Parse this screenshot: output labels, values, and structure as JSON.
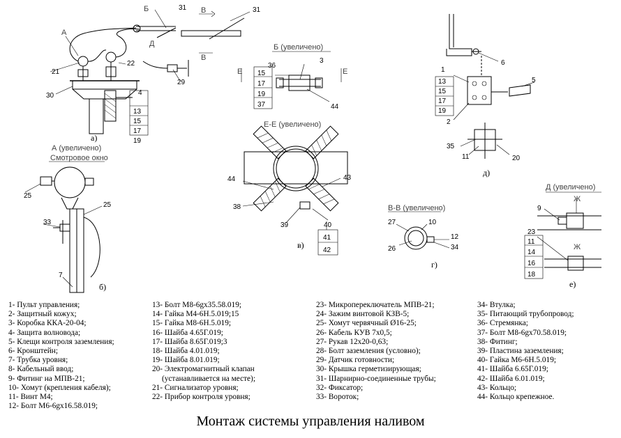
{
  "views": {
    "a": {
      "caption": "а)",
      "section_letters": [
        "А",
        "Б",
        "В",
        "В",
        "Д"
      ],
      "callouts": [
        "31",
        "31",
        "21",
        "22",
        "30",
        "29",
        "4"
      ],
      "stack": [
        "13",
        "15",
        "17",
        "19"
      ]
    },
    "b_detail": {
      "title": "Б (увеличено)",
      "section_letters": [
        "Е",
        "Е"
      ],
      "callouts": [
        "36",
        "3",
        "44"
      ],
      "stack": [
        "15",
        "17",
        "19",
        "37"
      ]
    },
    "e_detail": {
      "title": "Е-Е (увеличено)",
      "callouts": [
        "44",
        "43",
        "38",
        "39",
        "40"
      ],
      "stack": [
        "41",
        "42"
      ],
      "caption": "в)"
    },
    "a_detail": {
      "title": "А (увеличено)",
      "window_label": "Смотровое окно",
      "callouts": [
        "25",
        "25",
        "33",
        "7"
      ],
      "caption": "б)"
    },
    "d": {
      "callouts": [
        "6",
        "5",
        "1",
        "2",
        "35",
        "11",
        "20"
      ],
      "stack": [
        "13",
        "15",
        "17",
        "19"
      ],
      "caption": "д)"
    },
    "v_detail": {
      "title": "В-В (увеличено)",
      "callouts": [
        "27",
        "10",
        "12",
        "26",
        "34"
      ],
      "caption": "г)"
    },
    "d_detail": {
      "title": "Д (увеличено)",
      "letter": "Ж",
      "letter2": "Ж",
      "callouts": [
        "9",
        "23"
      ],
      "stack": [
        "11",
        "14",
        "16",
        "18"
      ],
      "caption": "е)"
    }
  },
  "legend": {
    "col1": [
      "1- Пульт управления;",
      "2- Защитный кожух;",
      "3- Коробка ККА-20-04;",
      "4- Защита волновода;",
      "5- Клещи контроля заземления;",
      "6- Кронштейн;",
      "7- Трубка уровня;",
      "8- Кабельный ввод;",
      "9- Фитинг на МПВ-21;",
      "10- Хомут (крепления кабеля);",
      "11- Винт М4;",
      "12- Болт М6-6gx16.58.019;"
    ],
    "col2": [
      "13- Болт М8-6gx35.58.019;",
      "14- Гайка М4-6Н.5.019;15",
      "15- Гайка М8-6Н.5.019;",
      "16- Шайба 4.65Г.019;",
      "17- Шайба 8.65Г.019;3",
      "18- Шайба 4.01.019;",
      "19- Шайба 8.01.019;",
      "20- Электромагнитный клапан",
      "(устанавливается на месте);",
      "21- Сигнализатор уровня;",
      "22- Прибор контроля уровня;"
    ],
    "col3": [
      "23- Микропереключатель МПВ-21;",
      "24- Зажим винтовой КЗВ-5;",
      "25- Хомут червячный Ø16-25;",
      "26- Кабель КУВ 7х0,5;",
      "27- Рукав 12х20-0,63;",
      "28- Болт заземления (условно);",
      "29- Датчик готовности;",
      "30- Крышка герметизирующая;",
      "31- Шарнирно-соединенные трубы;",
      "32- Фиксатор;",
      "33- Вороток;"
    ],
    "col4": [
      "34- Втулка;",
      "35- Питающий трубопровод;",
      "36- Стремянка;",
      "37- Болт М8-6gx70.58.019;",
      "38- Фитинг;",
      "39- Пластина заземления;",
      "40- Гайка М6-6Н.5.019;",
      "41- Шайба 6.65Г.019;",
      "42- Шайба 6.01.019;",
      "43- Кольцо;",
      "44- Кольцо крепежное."
    ]
  },
  "caption": "Монтаж системы управления наливом"
}
